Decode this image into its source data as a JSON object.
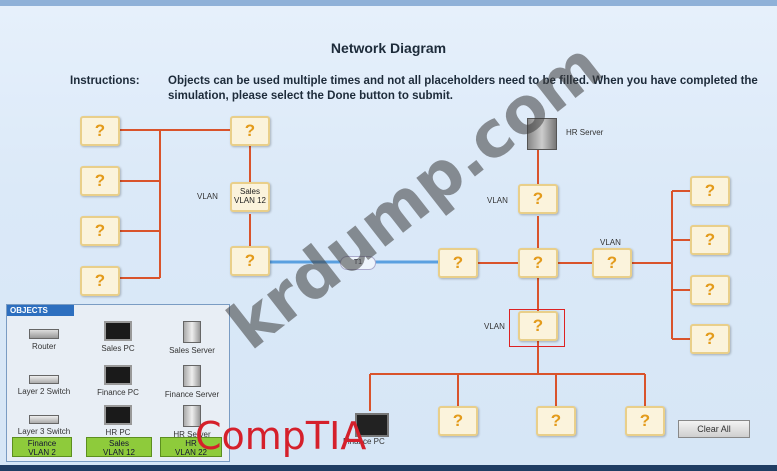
{
  "title": "Network Diagram",
  "instructions": {
    "label": "Instructions:",
    "text": "Objects can be used multiple times and not all placeholders need to be filled. When you have completed the simulation, please select the Done button to submit."
  },
  "placeholder_mark": "?",
  "sales_vlan_box": "Sales VLAN 12",
  "vlan_label": "VLAN",
  "hr_server_label": "HR Server",
  "finance_pc_label": "Finance PC",
  "cloud_label": "T1",
  "clear_all": "Clear All",
  "objects": {
    "header": "OBJECTS",
    "items": [
      {
        "label": "Router",
        "icon": "router-icon"
      },
      {
        "label": "Sales PC",
        "icon": "pc-icon"
      },
      {
        "label": "Sales Server",
        "icon": "server-icon"
      },
      {
        "label": "Layer 2 Switch",
        "icon": "switch-icon"
      },
      {
        "label": "Finance PC",
        "icon": "pc-icon"
      },
      {
        "label": "Finance Server",
        "icon": "server-icon"
      },
      {
        "label": "Layer 3 Switch",
        "icon": "switch-icon"
      },
      {
        "label": "HR PC",
        "icon": "pc-icon"
      },
      {
        "label": "HR Server",
        "icon": "server-icon"
      }
    ],
    "vlan_buttons": [
      {
        "line1": "Finance",
        "line2": "VLAN 2"
      },
      {
        "line1": "Sales",
        "line2": "VLAN 12"
      },
      {
        "line1": "HR",
        "line2": "VLAN 22"
      }
    ]
  },
  "watermark": "krdump.com",
  "brand": "CompTIA",
  "colors": {
    "line": "#d9532b",
    "placeholder_text": "#e39b1c",
    "vlan_button": "#8ecb3b",
    "brand": "#d5202b"
  }
}
